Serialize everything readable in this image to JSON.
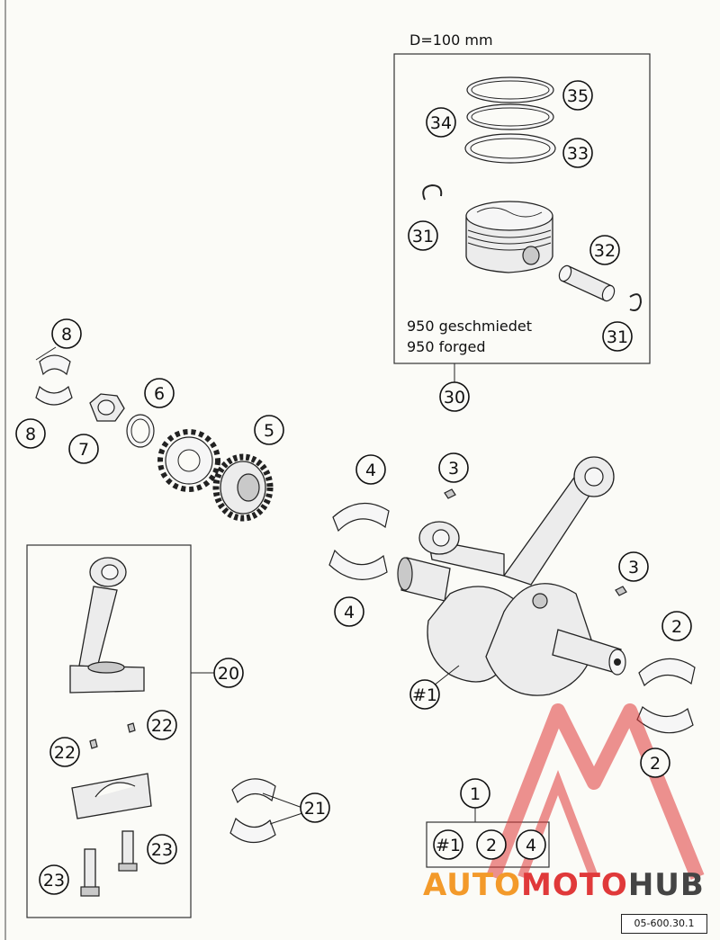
{
  "header": {
    "piston_box_title": "D=100 mm"
  },
  "piston_box": {
    "caption_line1": "950 geschmiedet",
    "caption_line2": "950 forged"
  },
  "callouts": {
    "c35": "35",
    "c34": "34",
    "c33": "33",
    "c31a": "31",
    "c32": "32",
    "c31b": "31",
    "c30": "30",
    "c8a": "8",
    "c8b": "8",
    "c7": "7",
    "c6": "6",
    "c5": "5",
    "c4a": "4",
    "c4b": "4",
    "c3a": "3",
    "c3b": "3",
    "c2a": "2",
    "c2b": "2",
    "c1main": "#1",
    "c20": "20",
    "c22a": "22",
    "c22b": "22",
    "c23a": "23",
    "c23b": "23",
    "c21": "21",
    "c1": "1",
    "k1": "#1",
    "k2": "2",
    "k3": "4"
  },
  "watermark": {
    "text_a": "AUTO",
    "text_b": "MOTO",
    "text_c": "HUB",
    "color_red": "#e0393a",
    "color_orange": "#f39a2a",
    "color_dark": "#444444"
  },
  "footer": {
    "doc_id": "05-600.30.1"
  }
}
